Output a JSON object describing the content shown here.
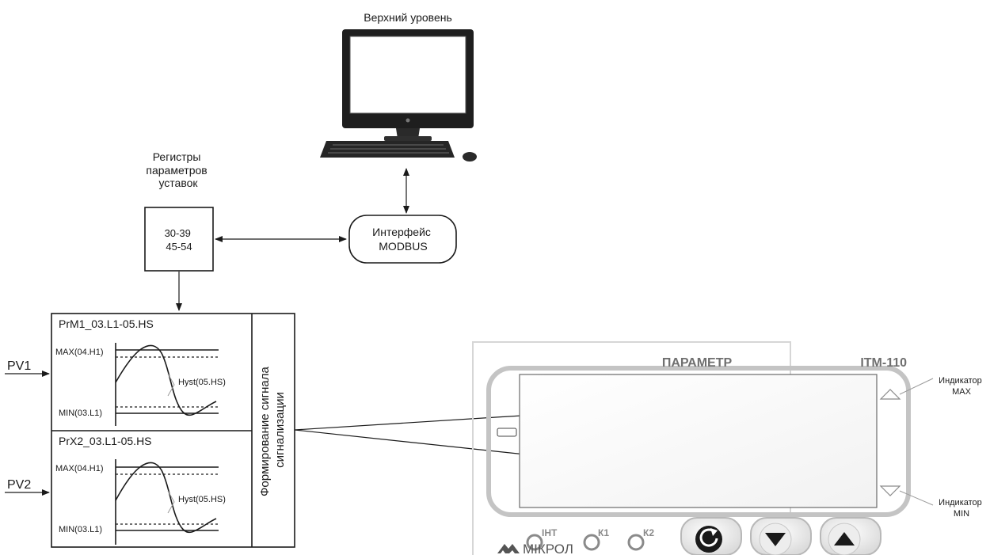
{
  "top_level": {
    "label": "Верхний уровень"
  },
  "registers": {
    "title_lines": [
      "Регистры",
      "параметров",
      "уставок"
    ],
    "value_lines": [
      "30-39",
      "45-54"
    ]
  },
  "modbus": {
    "label_lines": [
      "Интерфейс",
      "MODBUS"
    ]
  },
  "alarm_block": {
    "vertical_label_lines": [
      "Формирование сигнала",
      "сигнализации"
    ],
    "panels": [
      {
        "title": "PrM1_03.L1-05.HS",
        "input": "PV1",
        "max_label": "MAX(04.H1)",
        "min_label": "MIN(03.L1)",
        "hyst_label": "Hyst(05.HS)"
      },
      {
        "title": "PrX2_03.L1-05.HS",
        "input": "PV2",
        "max_label": "MAX(04.H1)",
        "min_label": "MIN(03.L1)",
        "hyst_label": "Hyst(05.HS)"
      }
    ]
  },
  "device": {
    "param_label": "ПАРАМЕТР",
    "model": "ITM-110",
    "indicator_max_lines": [
      "Индикатор",
      "MAX"
    ],
    "indicator_min_lines": [
      "Индикатор",
      "MIN"
    ],
    "leds": [
      "ІНТ",
      "К1",
      "К2"
    ],
    "brand": "МІКРОЛ",
    "buttons": [
      "refresh-icon",
      "arrow-down-icon",
      "arrow-up-icon"
    ]
  },
  "colors": {
    "line": "#1a1a1a",
    "panel_border": "#d8d8d8",
    "button_fill": "#1a1a1a"
  }
}
